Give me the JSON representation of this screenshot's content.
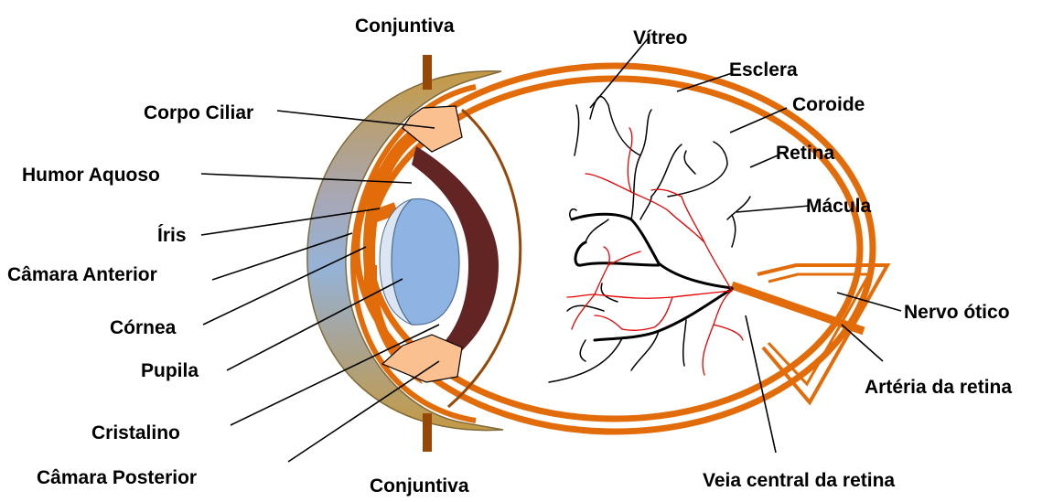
{
  "labels": {
    "conjuntiva_top": "Conjuntiva",
    "conjuntiva_bottom": "Conjuntiva",
    "corpo_ciliar": "Corpo Ciliar",
    "humor_aquoso": "Humor Aquoso",
    "iris": "Íris",
    "camara_anterior": "Câmara Anterior",
    "cornea": "Córnea",
    "pupila": "Pupila",
    "cristalino": "Cristalino",
    "camara_posterior": "Câmara Posterior",
    "vitreo": "Vítreo",
    "esclera": "Esclera",
    "coroide": "Coroide",
    "retina": "Retina",
    "macula": "Mácula",
    "nervo_otico": "Nervo ótico",
    "arteria_retina": "Artéria da retina",
    "veia_central": "Veia central da retina"
  },
  "colors": {
    "sclera_orange": "#e36c0a",
    "conjunctiva_brown": "#974706",
    "ciliary_peach": "#fac090",
    "lens_blue": "#8eb4e3",
    "lens_light": "#dce6f2",
    "posterior_maroon": "#632523",
    "cornea_gold": "#c09a4c",
    "cornea_blue": "#95b3d7",
    "artery_red": "#e60000"
  }
}
